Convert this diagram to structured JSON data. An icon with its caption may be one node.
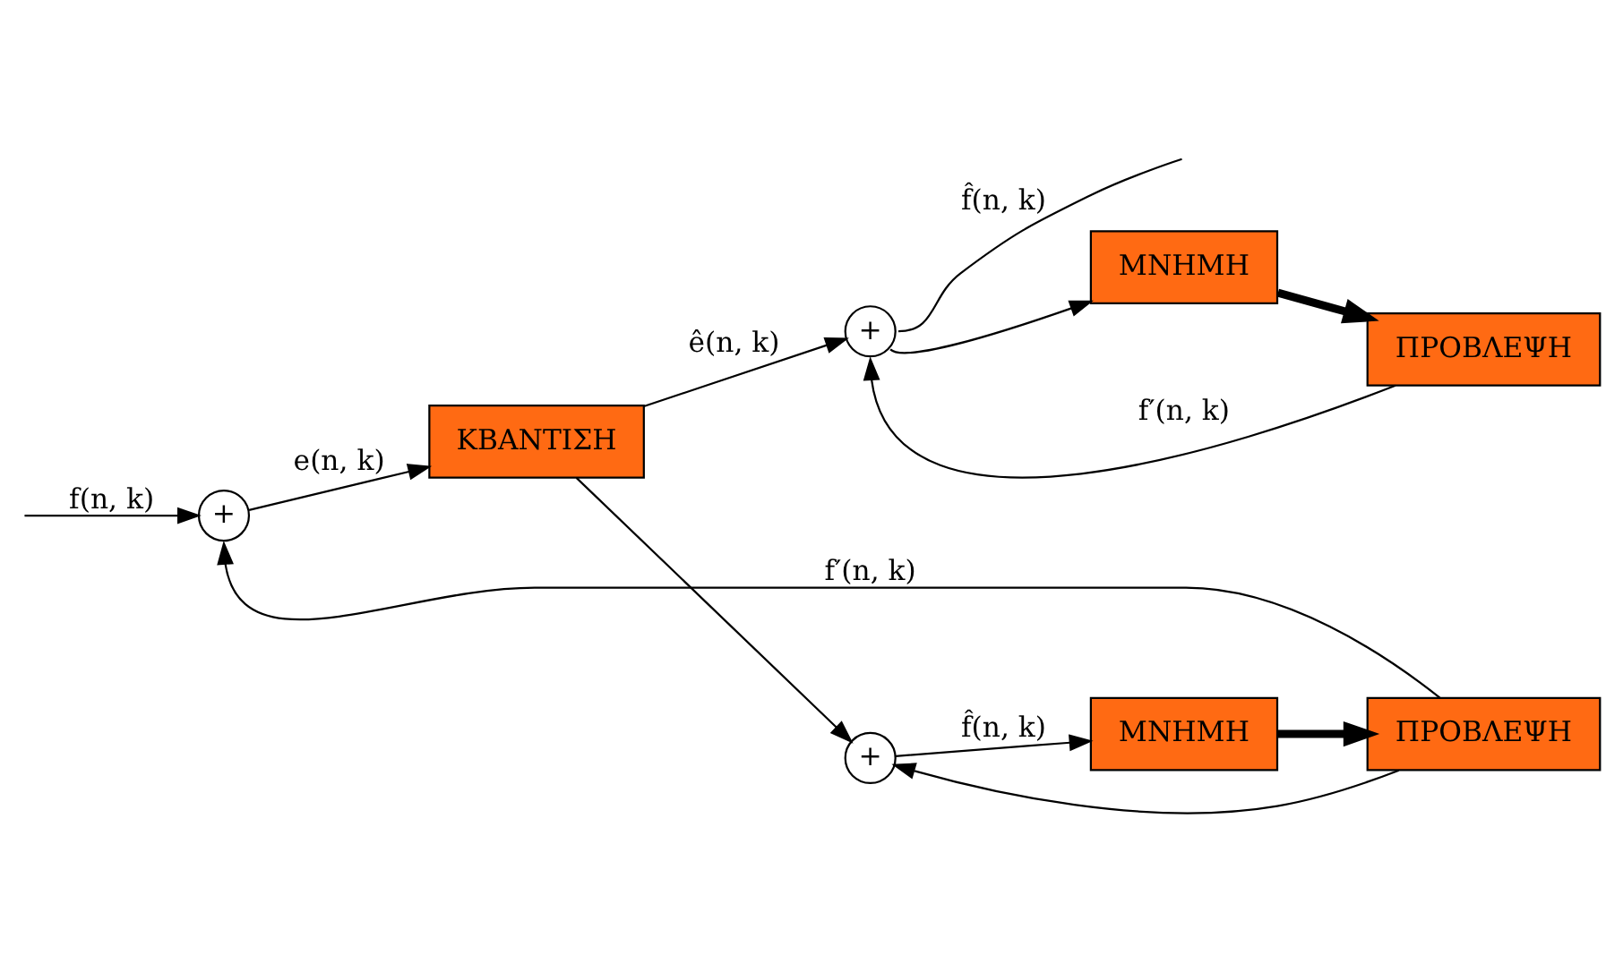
{
  "diagram": {
    "nodes": [
      {
        "text": [
          "+"
        ]
      },
      {
        "text": [
          "ΚΒΑΝΤΙΣΗ"
        ]
      },
      {
        "text": [
          "+"
        ]
      },
      {
        "text": [
          "+"
        ]
      },
      {
        "text": [
          "ΠΡΟΒΛΕΨΗ"
        ]
      },
      {
        "text": [
          "ΜΝΗΜΗ"
        ]
      },
      {
        "text": [
          "ΠΡΟΒΛΕΨΗ"
        ]
      },
      {
        "text": [
          "ΜΝΗΜΗ"
        ]
      }
    ],
    "edges": [
      {
        "from": null,
        "to": 0,
        "arrow": "to",
        "label": "f(n, k)"
      },
      {
        "from": 0,
        "to": 1,
        "arrow": "to",
        "label": "e(n, k)"
      },
      {
        "from": 1,
        "to": 3,
        "arrow": "to",
        "label": "ê(n, k)"
      },
      {
        "from": 1,
        "to": 2,
        "arrow": "to"
      },
      {
        "from": 3,
        "to": null,
        "arrow": "none",
        "label": "f̂(n, k)"
      },
      {
        "from": 6,
        "to": 3,
        "arrow": "to",
        "label": "f′(n, k)"
      },
      {
        "from": 3,
        "to": 7,
        "arrow": "to"
      },
      {
        "from": 7,
        "to": 6,
        "arrow": "to",
        "style": "thick"
      },
      {
        "from": 4,
        "to": 0,
        "arrow": "to",
        "label": "f′(n, k)"
      },
      {
        "from": 4,
        "to": 2,
        "arrow": "to"
      },
      {
        "from": 2,
        "to": 5,
        "arrow": "to",
        "label": "f̂(n, k)"
      },
      {
        "from": 5,
        "to": 4,
        "arrow": "to",
        "style": "thick"
      }
    ]
  }
}
